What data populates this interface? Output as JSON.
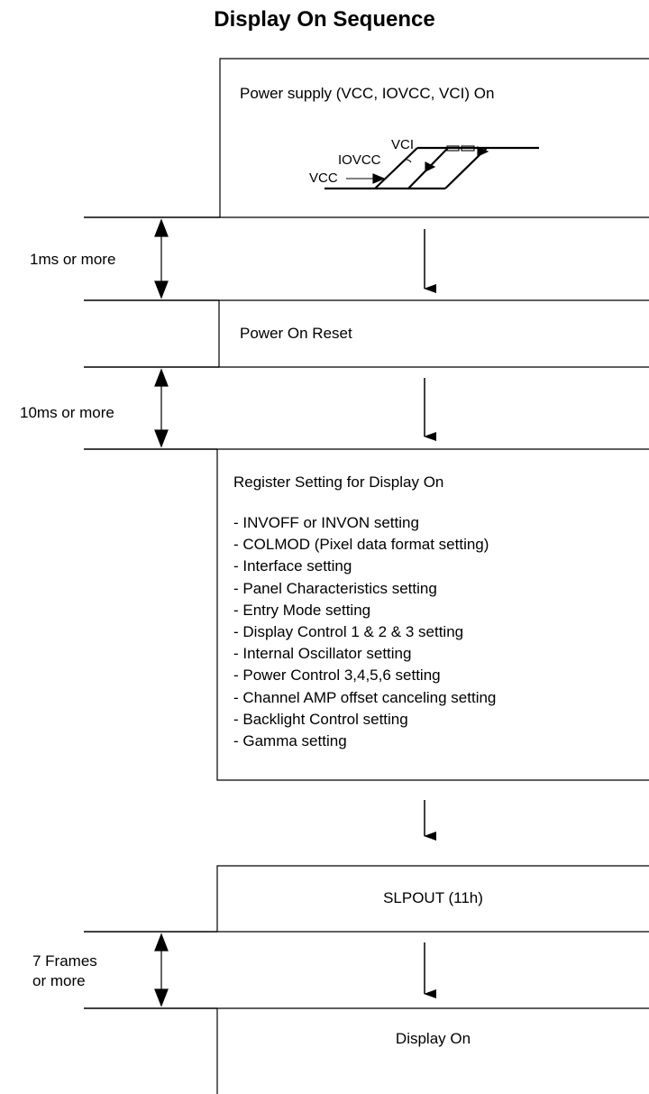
{
  "title": "Display On Sequence",
  "steps": {
    "power_supply": "Power supply (VCC, IOVCC, VCI) On",
    "power_on_reset": "Power On Reset",
    "register_setting": "Register Setting for Display On",
    "slpout": "SLPOUT  (11h)",
    "display_on": "Display On"
  },
  "register_items": [
    "- INVOFF or INVON setting",
    "- COLMOD (Pixel data format setting)",
    "- Interface setting",
    "- Panel Characteristics setting",
    "- Entry Mode setting",
    "- Display Control 1 & 2 & 3 setting",
    "- Internal Oscillator setting",
    "- Power Control 3,4,5,6 setting",
    "- Channel AMP offset canceling setting",
    "- Backlight Control setting",
    "- Gamma setting"
  ],
  "waveform": {
    "vci": "VCI",
    "iovcc": "IOVCC",
    "vcc": "VCC"
  },
  "timings": {
    "t1": "1ms or more",
    "t2": "10ms or more",
    "t3_line1": "7 Frames",
    "t3_line2": "or more"
  }
}
